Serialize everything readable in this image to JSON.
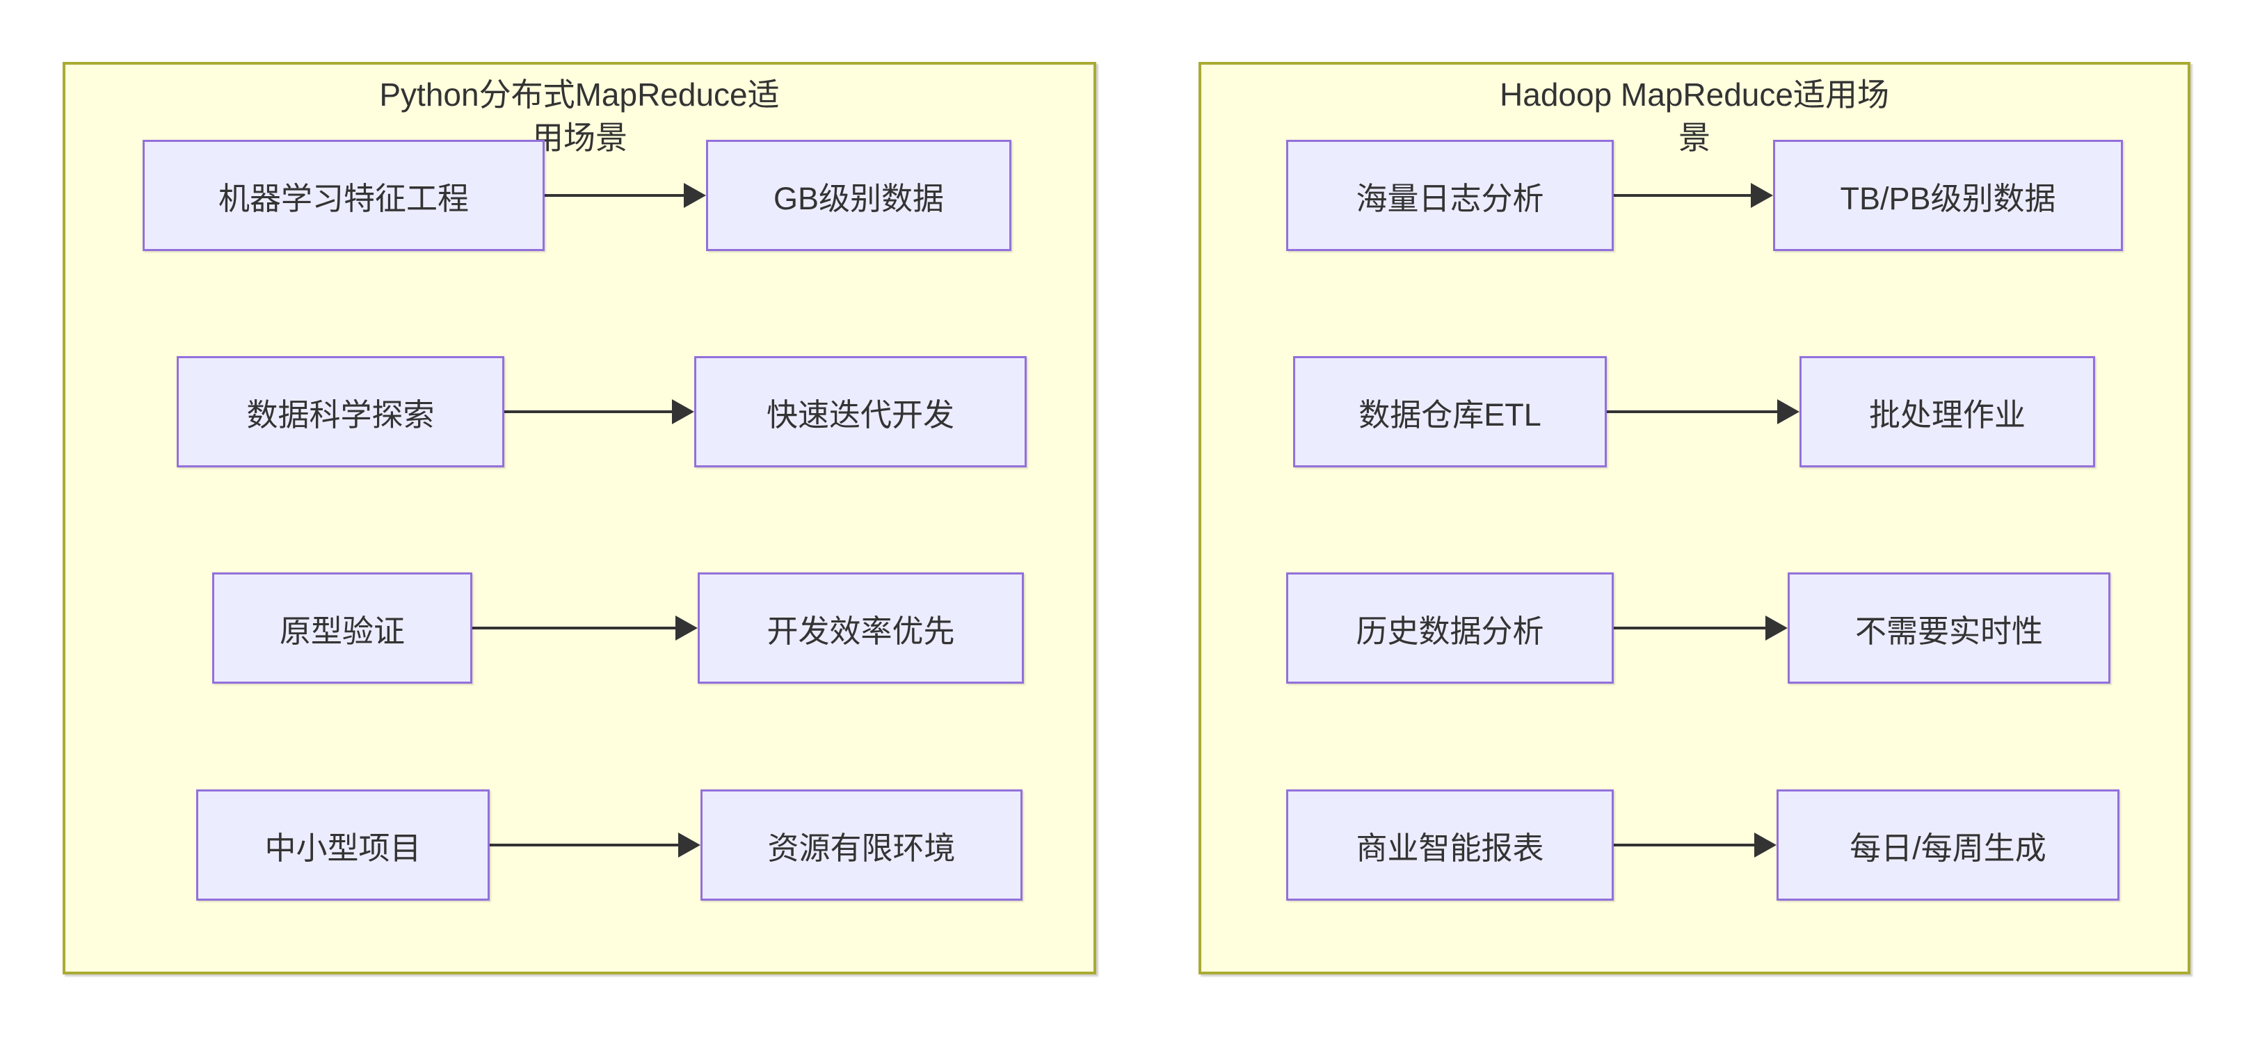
{
  "colors": {
    "panel_fill": "#ffffde",
    "panel_border": "#aaaa33",
    "node_fill": "#ececff",
    "node_border": "#9370db",
    "arrow": "#333333",
    "text": "#333333",
    "page_bg": "#ffffff"
  },
  "diagram_type": "flowchart",
  "panels": [
    {
      "id": "python",
      "title": "Python分布式MapReduce适\n用场景",
      "rows": [
        {
          "from": "机器学习特征工程",
          "to": "GB级别数据"
        },
        {
          "from": "数据科学探索",
          "to": "快速迭代开发"
        },
        {
          "from": "原型验证",
          "to": "开发效率优先"
        },
        {
          "from": "中小型项目",
          "to": "资源有限环境"
        }
      ]
    },
    {
      "id": "hadoop",
      "title": "Hadoop MapReduce适用场\n景",
      "rows": [
        {
          "from": "海量日志分析",
          "to": "TB/PB级别数据"
        },
        {
          "from": "数据仓库ETL",
          "to": "批处理作业"
        },
        {
          "from": "历史数据分析",
          "to": "不需要实时性"
        },
        {
          "from": "商业智能报表",
          "to": "每日/每周生成"
        }
      ]
    }
  ]
}
